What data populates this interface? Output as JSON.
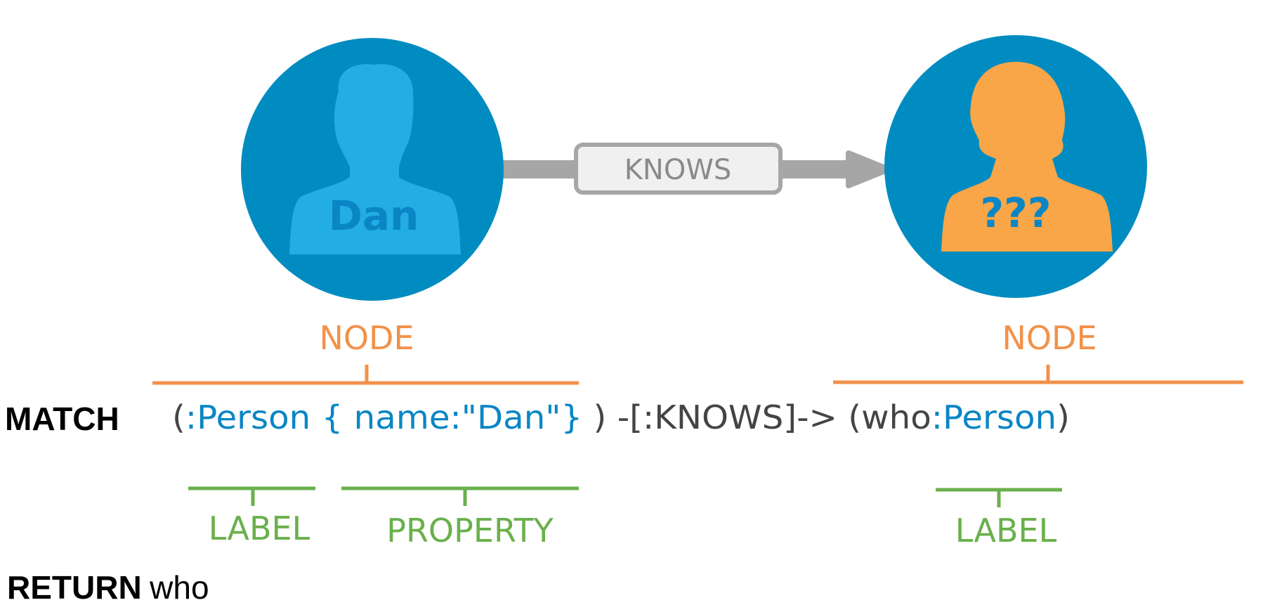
{
  "colors": {
    "node_circle": "#008cc1",
    "dan_silhouette": "#22ade3",
    "unknown_silhouette": "#f8a647",
    "relationship": "#a6a6a6",
    "relationship_box_fill": "#f0f0f0",
    "node_annotation": "#f2914a",
    "label_annotation": "#6ab04c",
    "cypher_text": "#444444",
    "cypher_highlight": "#0a86c5",
    "keyword": "#000000"
  },
  "icons": {
    "start_node_person": "male-person-silhouette-icon",
    "end_node_person": "female-person-silhouette-icon",
    "relationship_arrow": "arrow-right-icon"
  },
  "graph": {
    "start_node": {
      "name": "Dan"
    },
    "end_node": {
      "name": "???"
    },
    "relationship": {
      "type": "KNOWS"
    }
  },
  "annotations": {
    "start_node_label": "NODE",
    "end_node_label": "NODE",
    "start_label_tag": "LABEL",
    "start_property_tag": "PROPERTY",
    "end_label_tag": "LABEL"
  },
  "query": {
    "match_keyword": "MATCH",
    "open_paren_1": "(",
    "label_1": ":Person",
    "property_map": "{ name:\"Dan\"}",
    "middle": ") -[:KNOWS]-> (who",
    "label_2": ":Person",
    "close_paren_2": ")",
    "return_keyword": "RETURN",
    "return_value": "who"
  }
}
